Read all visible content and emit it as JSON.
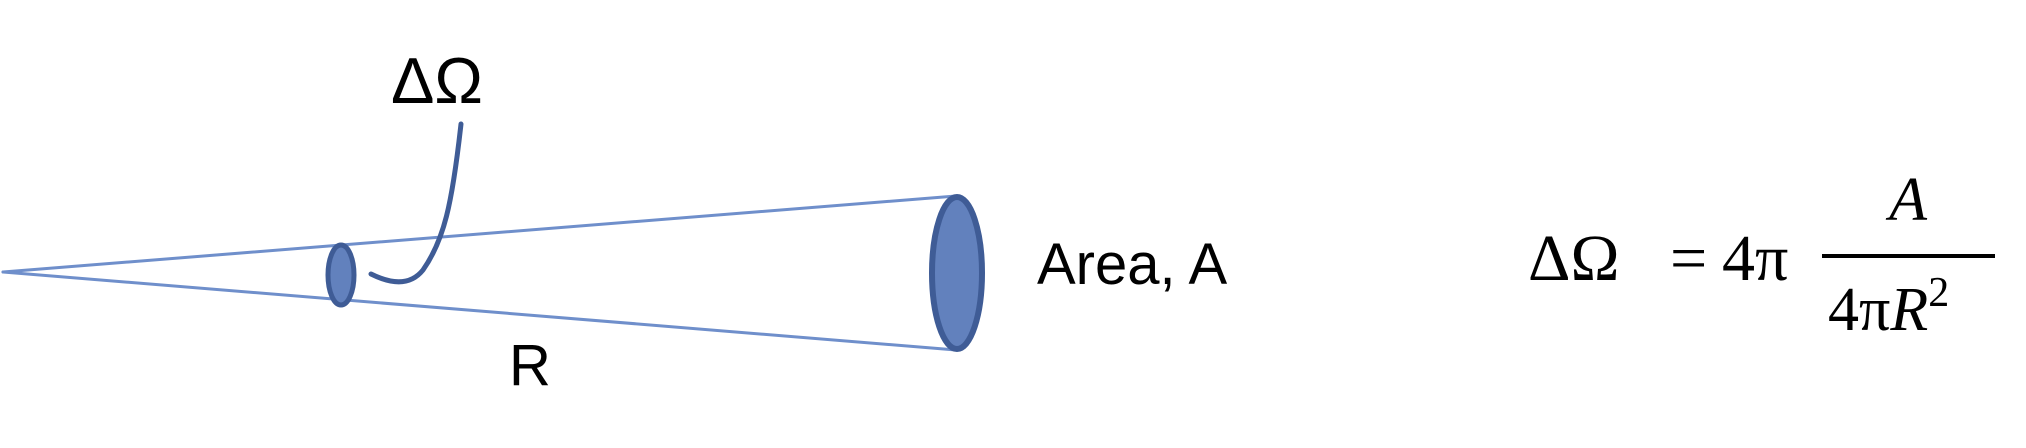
{
  "labels": {
    "solid_angle": "ΔΩ",
    "distance": "R",
    "area": "Area, A"
  },
  "equation": {
    "lhs": "ΔΩ",
    "equals": "=",
    "factor": "4π",
    "numerator": "A",
    "denominator_coefficient": "4π",
    "denominator_variable": "R",
    "denominator_exponent": "2"
  },
  "colors": {
    "cone_line": "#6f8fcb",
    "disc_fill": "#6281bd",
    "disc_stroke": "#3f5c96",
    "pointer": "#3f5c96",
    "text": "#000000"
  }
}
